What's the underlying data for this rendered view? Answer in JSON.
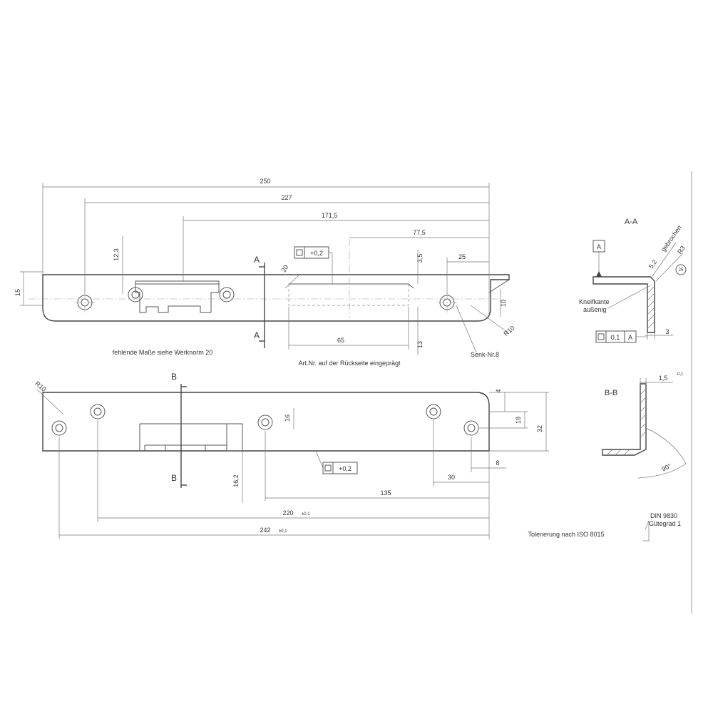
{
  "dims": {
    "overall_250": "250",
    "d227": "227",
    "d171": "171,5",
    "d77": "77,5",
    "d25": "25",
    "d12_3": "12,3",
    "d15": "15",
    "d3_5": "3,5",
    "d10": "10",
    "d20": "20",
    "d65": "65",
    "d13": "13",
    "r10_top": "R10",
    "r10_bottom": "R10",
    "d4": "4",
    "d18": "18",
    "d32": "32",
    "d16": "16",
    "d16_2": "16,2",
    "d30": "30",
    "d8": "8",
    "d135": "135",
    "d220": "220",
    "d220_tol": "±0,1",
    "d242": "242",
    "d242_tol": "±0,1"
  },
  "tolerance_frames": {
    "flat_top": "+0,2",
    "flat_bottom": "+0,2"
  },
  "notes": {
    "missing_dims": "fehlende Maße siehe Werknorm 20",
    "art_nr": "Art.Nr. auf der Rückseite eingeprägt",
    "senk": "Senk-Nr.8",
    "tolerance": "Tolerierung nach ISO 8015",
    "din_line1": "DIN 9830",
    "din_line2": "Gütegrad 1"
  },
  "sections": {
    "a_label": "A",
    "a_title": "A-A",
    "b_label": "B",
    "b_title": "B-B"
  },
  "section_aa": {
    "datum": "A",
    "kneif_line1": "Kneifkante",
    "kneif_line2": "außenig",
    "dim_r3": "R3",
    "dim_25": "25",
    "dim_5_2": "5,2",
    "dim_gebrochen": "gebrochen",
    "flat_value": "0,1",
    "flat_datum": "A",
    "dim_3": "3"
  },
  "section_bb": {
    "dim_1_5": "1,5",
    "dim_1_5_tol": "-0,1",
    "dim_angle": "90°"
  }
}
